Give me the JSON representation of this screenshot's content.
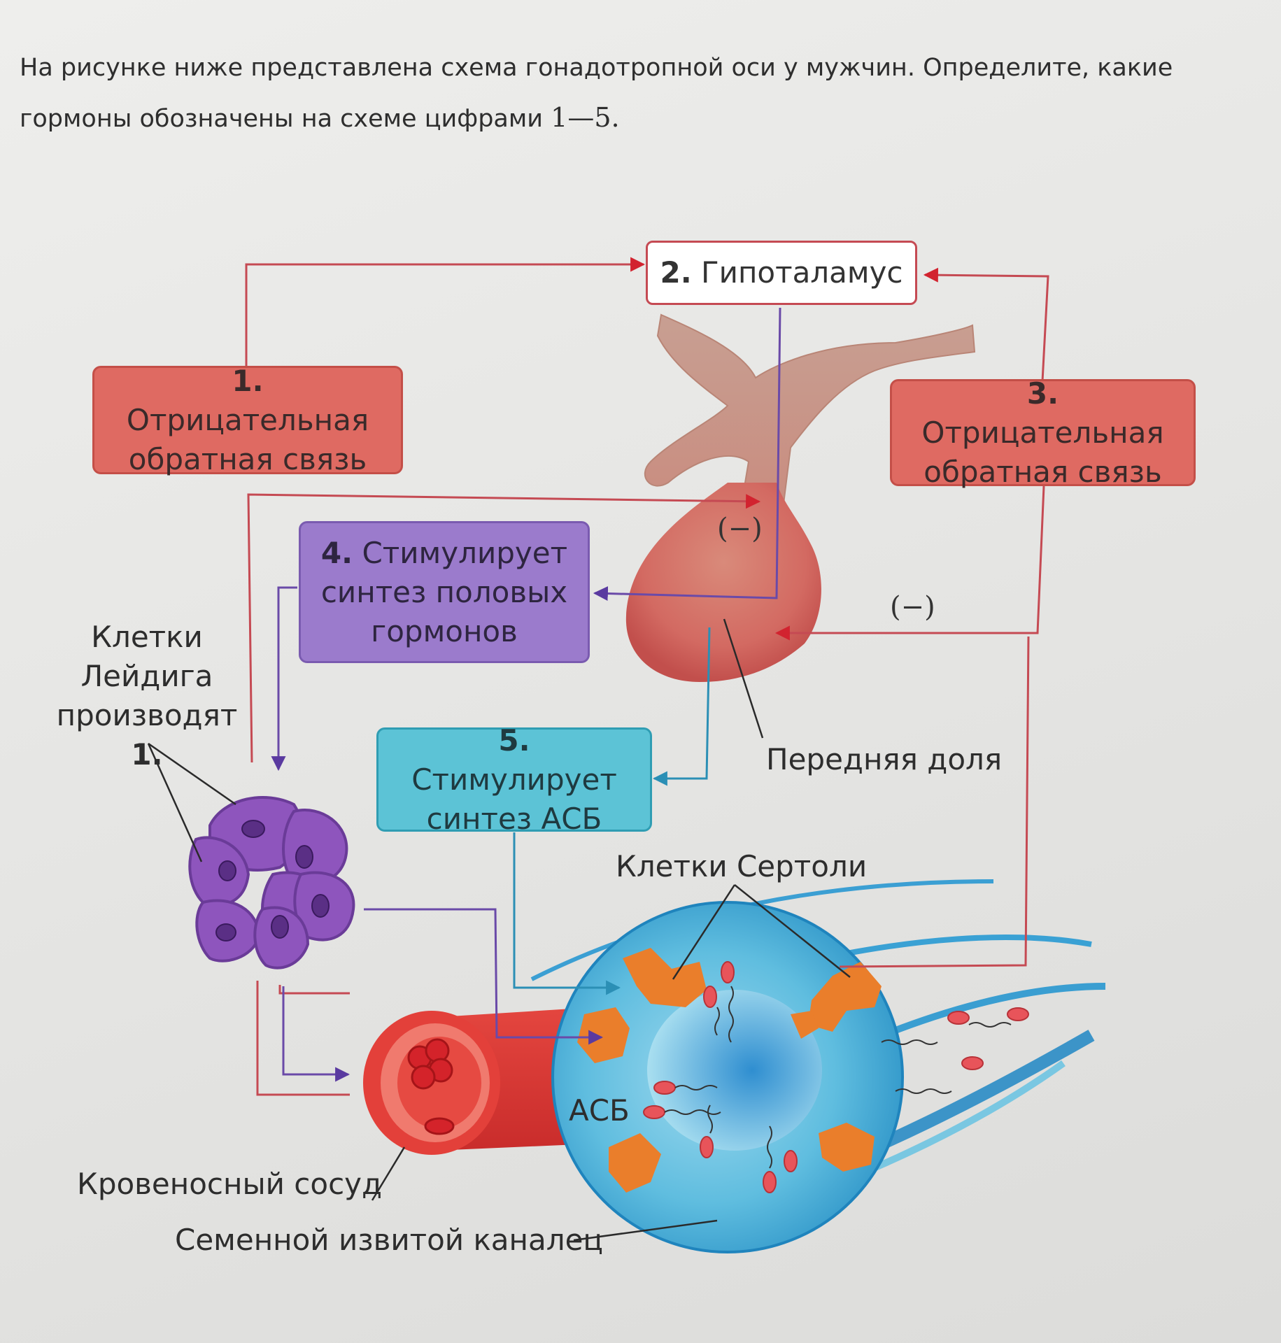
{
  "question": {
    "text": "На рисунке ниже представлена схема гонадотропной оси у мужчин. Определите, какие гормоны обозначены на схеме цифрами",
    "range": "1—5."
  },
  "boxes": {
    "hypothalamus": {
      "num": "2.",
      "text": "Гипоталамус"
    },
    "feedback1": {
      "num": "1.",
      "text": "Отрицательная обратная связь"
    },
    "feedback3": {
      "num": "3.",
      "text": "Отрицательная обратная связь"
    },
    "stim4": {
      "num": "4.",
      "text": "Стимулирует синтез половых гормонов"
    },
    "stim5": {
      "num": "5.",
      "text": "Стимулирует синтез АСБ"
    }
  },
  "labels": {
    "leydig": "Клетки Лейдига производят",
    "leydig_num": "1.",
    "anterior_lobe": "Передняя доля",
    "sertoli": "Клетки Сертоли",
    "asb": "АСБ",
    "blood_vessel": "Кровеносный сосуд",
    "tubule": "Семенной извитой каналец",
    "minus_left": "(−)",
    "minus_right": "(−)"
  },
  "colors": {
    "red_box": "#df6a62",
    "purple_box": "#9b7bcc",
    "cyan_box": "#5cc3d6",
    "red_line": "#c54a53",
    "purple_line": "#6a4aa8",
    "blue_line": "#2b8fb5"
  }
}
